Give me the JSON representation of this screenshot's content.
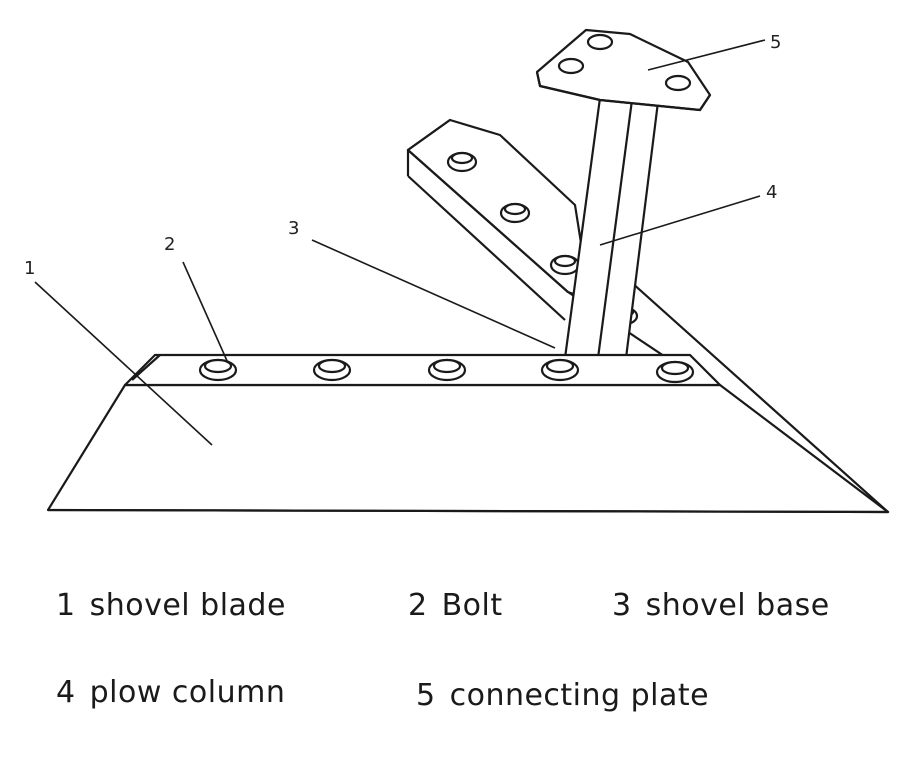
{
  "callouts": [
    "1",
    "2",
    "3",
    "4",
    "5"
  ],
  "legend": {
    "items": [
      {
        "num": "1",
        "label": "shovel blade"
      },
      {
        "num": "2",
        "label": "Bolt"
      },
      {
        "num": "3",
        "label": "shovel base"
      },
      {
        "num": "4",
        "label": "plow column"
      },
      {
        "num": "5",
        "label": "connecting plate"
      }
    ]
  },
  "colors": {
    "line": "#1a1a1a",
    "fill": "#ffffff"
  }
}
